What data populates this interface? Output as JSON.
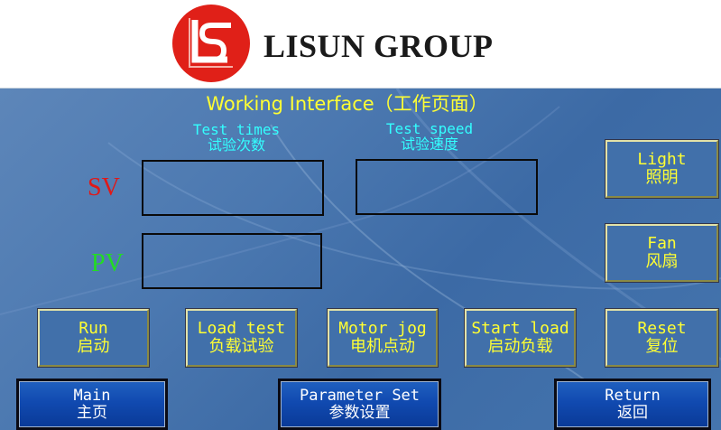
{
  "header": {
    "brand": "LISUN GROUP",
    "logo_icon": "ls-logo-icon",
    "logo_color": "#e02018"
  },
  "main": {
    "title": "Working Interface（工作页面）",
    "columns": {
      "test_times": {
        "en": "Test times",
        "zh": "试验次数"
      },
      "test_speed": {
        "en": "Test speed",
        "zh": "试验速度"
      }
    },
    "rows": {
      "sv": {
        "label": "SV",
        "color": "#e01818"
      },
      "pv": {
        "label": "PV",
        "color": "#22dd22"
      }
    },
    "values": {
      "sv_times": "",
      "sv_speed": "",
      "pv_times": ""
    }
  },
  "side_buttons": {
    "light": {
      "en": "Light",
      "zh": "照明"
    },
    "fan": {
      "en": "Fan",
      "zh": "风扇"
    }
  },
  "action_buttons": {
    "run": {
      "en": "Run",
      "zh": "启动"
    },
    "load_test": {
      "en": "Load test",
      "zh": "负载试验"
    },
    "motor_jog": {
      "en": "Motor jog",
      "zh": "电机点动"
    },
    "start_load": {
      "en": "Start load",
      "zh": "启动负载"
    },
    "reset": {
      "en": "Reset",
      "zh": "复位"
    }
  },
  "nav_buttons": {
    "main": {
      "en": "Main",
      "zh": "主页"
    },
    "parameter_set": {
      "en": "Parameter Set",
      "zh": "参数设置"
    },
    "return": {
      "en": "Return",
      "zh": "返回"
    }
  },
  "colors": {
    "accent_text": "#ffff33",
    "header_text": "#33ffff",
    "panel_bg": "#4a77af",
    "nav_button": "#114ab0"
  }
}
